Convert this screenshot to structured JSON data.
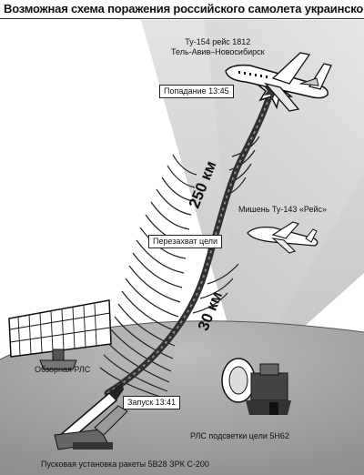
{
  "title": "Возможная схема поражения российского самолета украинской ПВО",
  "labels": {
    "aircraft_line1": "Ту-154 рейс 1812",
    "aircraft_line2": "Тель-Авив–Новосибирск",
    "hit": "Попадание 13:45",
    "target_drone": "Мишень Ту-143 «Рейс»",
    "recapture": "Перезахват цели",
    "launch": "Запуск 13:41",
    "search_radar": "Обзорная РЛС",
    "illumination_radar": "РЛС подсветки цели 5Н62",
    "launcher": "Пусковая установка ракеты 5В28 ЗРК С-200"
  },
  "distances": {
    "far": "250 км",
    "near": "30 км"
  },
  "colors": {
    "beam": "#c8c8c8",
    "ground": "#a9a9a9",
    "trail": "#3a3a3a",
    "ink": "#111111"
  }
}
